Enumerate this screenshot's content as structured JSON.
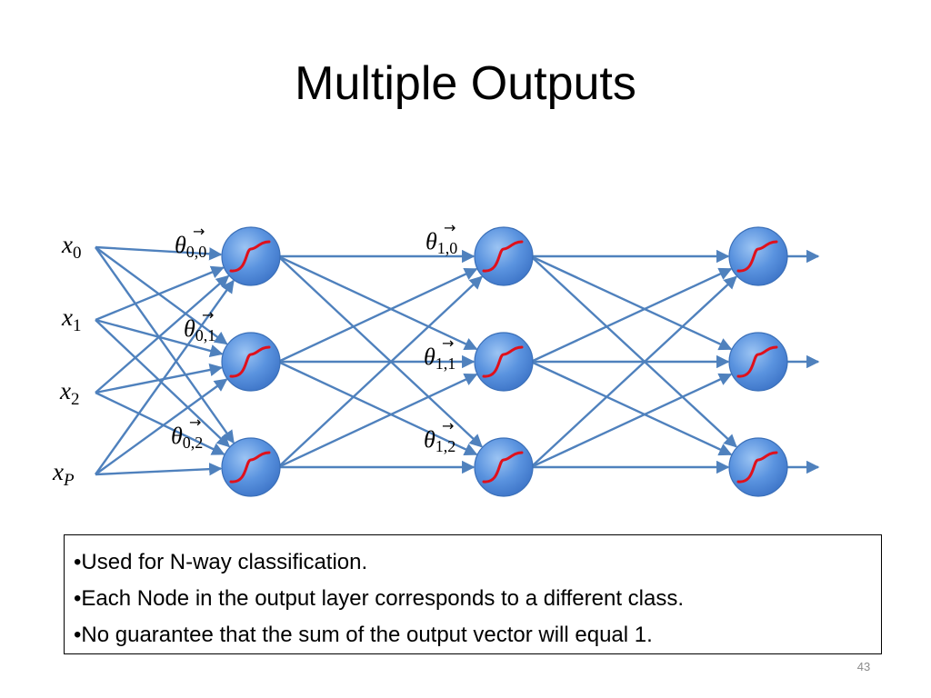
{
  "slide": {
    "title": "Multiple Outputs",
    "page_number": "43"
  },
  "diagram": {
    "edge_color": "#4f81bd",
    "node_fill": "#4f87d6",
    "sigmoid_color": "#e0101b",
    "inputs": [
      {
        "base": "x",
        "sub": "0"
      },
      {
        "base": "x",
        "sub": "1"
      },
      {
        "base": "x",
        "sub": "2"
      },
      {
        "base": "x",
        "sub": "P"
      }
    ],
    "weight_labels": [
      {
        "base": "θ",
        "arrow": "→",
        "sub": "0,0"
      },
      {
        "base": "θ",
        "arrow": "→",
        "sub": "0,1"
      },
      {
        "base": "θ",
        "arrow": "→",
        "sub": "0,2"
      },
      {
        "base": "θ",
        "arrow": "→",
        "sub": "1,0"
      },
      {
        "base": "θ",
        "arrow": "→",
        "sub": "1,1"
      },
      {
        "base": "θ",
        "arrow": "→",
        "sub": "1,2"
      }
    ],
    "layers": [
      3,
      3,
      3
    ]
  },
  "notes": [
    "•Used for N-way classification.",
    "•Each Node in the output layer corresponds to a different class.",
    "•No guarantee that the sum of the output vector will equal 1."
  ]
}
